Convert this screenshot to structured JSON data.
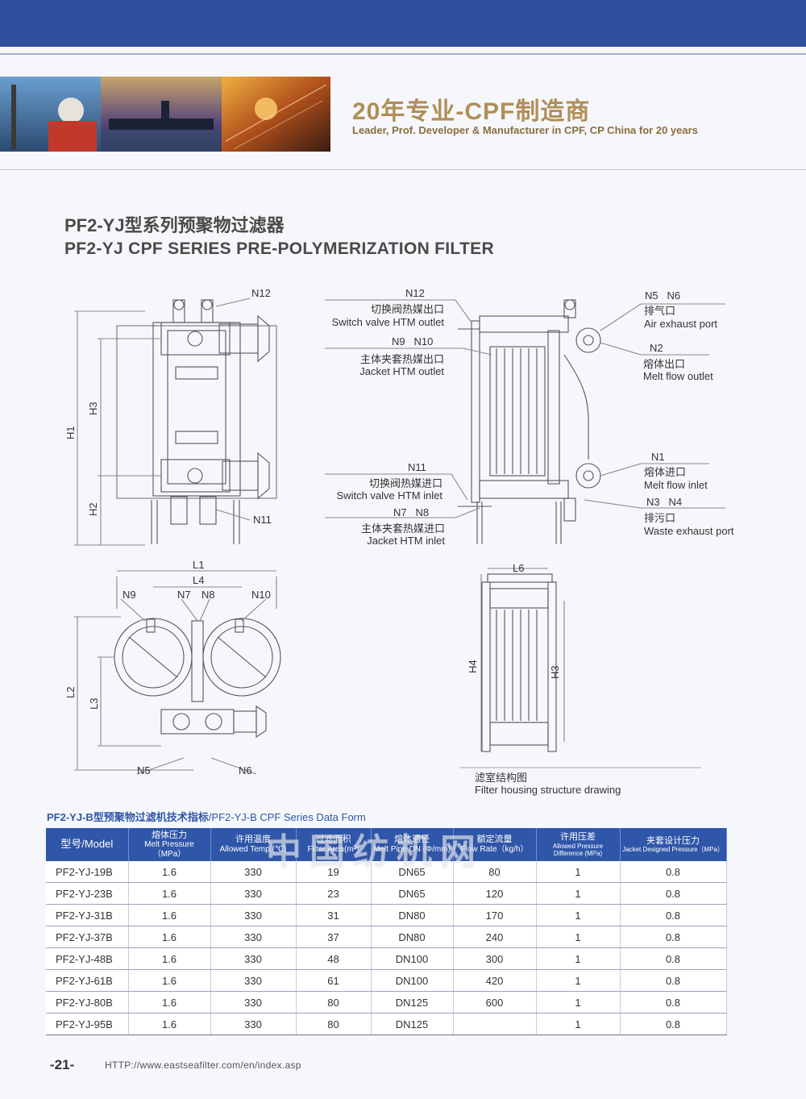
{
  "header": {
    "slogan_cn": "20年专业-CPF制造商",
    "slogan_en": "Leader, Prof. Developer & Manufacturer in CPF, CP China for 20 years"
  },
  "title": {
    "cn": "PF2-YJ型系列预聚物过滤器",
    "en": "PF2-YJ CPF SERIES PRE-POLYMERIZATION  FILTER"
  },
  "drawing": {
    "front_view": {
      "n12": "N12",
      "n11": "N11",
      "h1": "H1",
      "h2": "H2",
      "h3": "H3"
    },
    "section_view": {
      "n12": "N12",
      "switch_outlet_cn": "切换阀热媒出口",
      "switch_outlet_en": "Switch valve HTM outlet",
      "n9_n10": "N9   N10",
      "jacket_outlet_cn": "主体夹套热媒出口",
      "jacket_outlet_en": "Jacket HTM outlet",
      "n11": "N11",
      "switch_inlet_cn": "切换阀热媒进口",
      "switch_inlet_en": "Switch valve HTM inlet",
      "n7_n8": "N7   N8",
      "jacket_inlet_cn": "主体夹套热媒进口",
      "jacket_inlet_en": "Jacket HTM inlet",
      "n5_n6": "N5   N6",
      "air_cn": "排气口",
      "air_en": "Air exhaust port",
      "n2": "N2",
      "melt_out_cn": "熔体出口",
      "melt_out_en": "Melt flow outlet",
      "n1": "N1",
      "melt_in_cn": "熔体进口",
      "melt_in_en": "Melt flow inlet",
      "n3_n4": "N3   N4",
      "waste_cn": "排污口",
      "waste_en": "Waste exhaust port"
    },
    "top_view": {
      "l1": "L1",
      "l4": "L4",
      "l2": "L2",
      "l3": "L3",
      "n9": "N9",
      "n7": "N7",
      "n8": "N8",
      "n10": "N10",
      "n5": "N5",
      "n6": "N6"
    },
    "housing_view": {
      "l6": "L6",
      "h4": "H4",
      "h3": "H3",
      "caption_cn": "滤室结构图",
      "caption_en": "Filter housing structure drawing"
    }
  },
  "table": {
    "title_cn": "PF2-YJ-B型预聚物过滤机技术指标",
    "title_en": "/PF2-YJ-B CPF Series Data Form",
    "headers": [
      {
        "cn": "型号/Model",
        "en": ""
      },
      {
        "cn": "熔体压力",
        "en": "Melt Pressure（MPa）"
      },
      {
        "cn": "许用温度",
        "en": "Allowed Temp.(℃)"
      },
      {
        "cn": "过滤面积",
        "en": "Filter Area(m²)"
      },
      {
        "cn": "熔体通径",
        "en": "Melt Pipe DN (Φ/mm)"
      },
      {
        "cn": "额定流量",
        "en": "Flow Rate（kg/h）"
      },
      {
        "cn": "许用压差",
        "en": "Allowed Pressure Difference (MPa)"
      },
      {
        "cn": "夹套设计压力",
        "en": "Jacket Designed Pressure（MPa）"
      }
    ],
    "rows": [
      [
        "PF2-YJ-19B",
        "1.6",
        "330",
        "19",
        "DN65",
        "80",
        "1",
        "0.8"
      ],
      [
        "PF2-YJ-23B",
        "1.6",
        "330",
        "23",
        "DN65",
        "120",
        "1",
        "0.8"
      ],
      [
        "PF2-YJ-31B",
        "1.6",
        "330",
        "31",
        "DN80",
        "170",
        "1",
        "0.8"
      ],
      [
        "PF2-YJ-37B",
        "1.6",
        "330",
        "37",
        "DN80",
        "240",
        "1",
        "0.8"
      ],
      [
        "PF2-YJ-48B",
        "1.6",
        "330",
        "48",
        "DN100",
        "300",
        "1",
        "0.8"
      ],
      [
        "PF2-YJ-61B",
        "1.6",
        "330",
        "61",
        "DN100",
        "420",
        "1",
        "0.8"
      ],
      [
        "PF2-YJ-80B",
        "1.6",
        "330",
        "80",
        "DN125",
        "600",
        "1",
        "0.8"
      ],
      [
        "PF2-YJ-95B",
        "1.6",
        "330",
        "80",
        "DN125",
        "",
        "1",
        "0.8"
      ]
    ]
  },
  "watermark": "中国纺机网",
  "footer": {
    "page": "-21-",
    "url": "HTTP://www.eastseafilter.com/en/index.asp"
  }
}
